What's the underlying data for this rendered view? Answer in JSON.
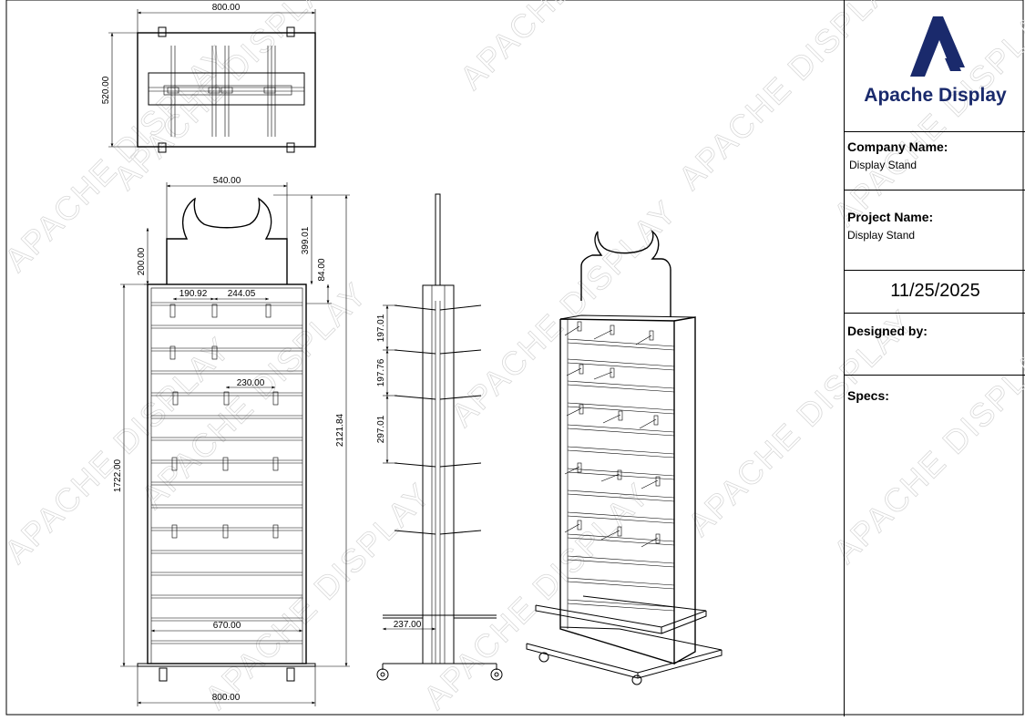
{
  "watermark": "APACHE DISPLAY",
  "brand": {
    "name": "Apache Display",
    "color": "#1a2a6c"
  },
  "company": {
    "label": "Company Name:",
    "value": "Display Stand"
  },
  "project": {
    "label": "Project Name:",
    "value": "Display Stand"
  },
  "date": "11/25/2025",
  "designed_by": {
    "label": "Designed by:"
  },
  "specs": {
    "label": "Specs:"
  },
  "dimensions": {
    "top_width": "800.00",
    "top_depth": "520.00",
    "header_width": "540.00",
    "header_height": "200.00",
    "header_total": "399.01",
    "header_offset": "84.00",
    "hook_spacing_a": "190.92",
    "hook_spacing_b": "244.05",
    "hook_spacing_c": "230.00",
    "panel_height": "1722.00",
    "total_height": "2121.84",
    "shelf_width": "670.00",
    "base_width": "800.00",
    "side_gap_1": "197.01",
    "side_gap_2": "197.76",
    "side_gap_3": "297.01",
    "side_shelf_depth": "237.00"
  }
}
